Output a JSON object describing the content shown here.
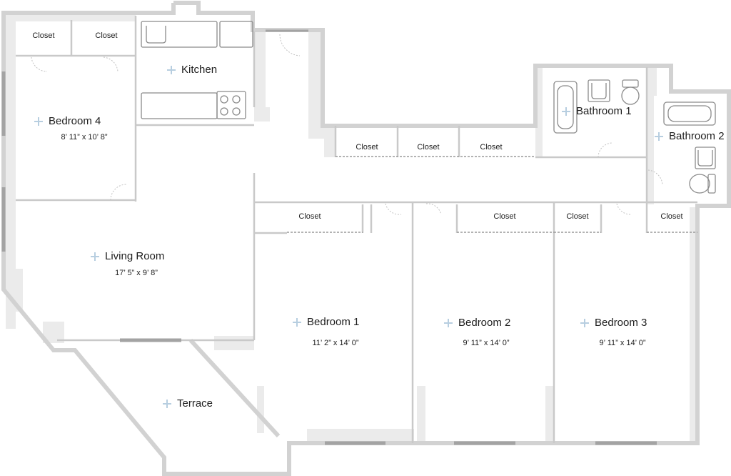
{
  "rooms": {
    "kitchen": {
      "name": "Kitchen"
    },
    "bedroom4": {
      "name": "Bedroom 4",
      "dims": "8’ 11” x 10’ 8”"
    },
    "living": {
      "name": "Living Room",
      "dims": "17’ 5” x 9’ 8”"
    },
    "bathroom1": {
      "name": "Bathroom 1"
    },
    "bathroom2": {
      "name": "Bathroom 2"
    },
    "bedroom1": {
      "name": "Bedroom 1",
      "dims": "11’ 2” x 14’ 0”"
    },
    "bedroom2": {
      "name": "Bedroom 2",
      "dims": "9’ 11” x 14’ 0”"
    },
    "bedroom3": {
      "name": "Bedroom 3",
      "dims": "9’ 11” x 14’ 0”"
    },
    "terrace": {
      "name": "Terrace"
    }
  },
  "closets": [
    "Closet",
    "Closet",
    "Closet",
    "Closet",
    "Closet",
    "Closet",
    "Closet",
    "Closet",
    "Closet"
  ],
  "colors": {
    "wall": "#d0d0d0",
    "wall_inner": "#e4e4e4",
    "window": "#9c9c9c",
    "marker": "#b7cee0",
    "fixture": "#8a8a8a",
    "text": "#1e1e1e"
  }
}
